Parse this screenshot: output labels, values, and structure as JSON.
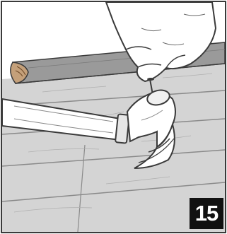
{
  "step_badge": {
    "number": "15"
  },
  "colors": {
    "background": "#ffffff",
    "line_art": "#3a3a3a",
    "floor_shade": "#cfcfcf",
    "trim_shade": "#9a9a9a",
    "badge_background": "#111111",
    "badge_text": "#ffffff"
  },
  "illustration": {
    "icon": "hammer-nailing-quarter-round-trim-icon",
    "elements": [
      "quarter-round-trim",
      "floor-planks",
      "gloved-hand",
      "nail",
      "claw-hammer"
    ]
  }
}
